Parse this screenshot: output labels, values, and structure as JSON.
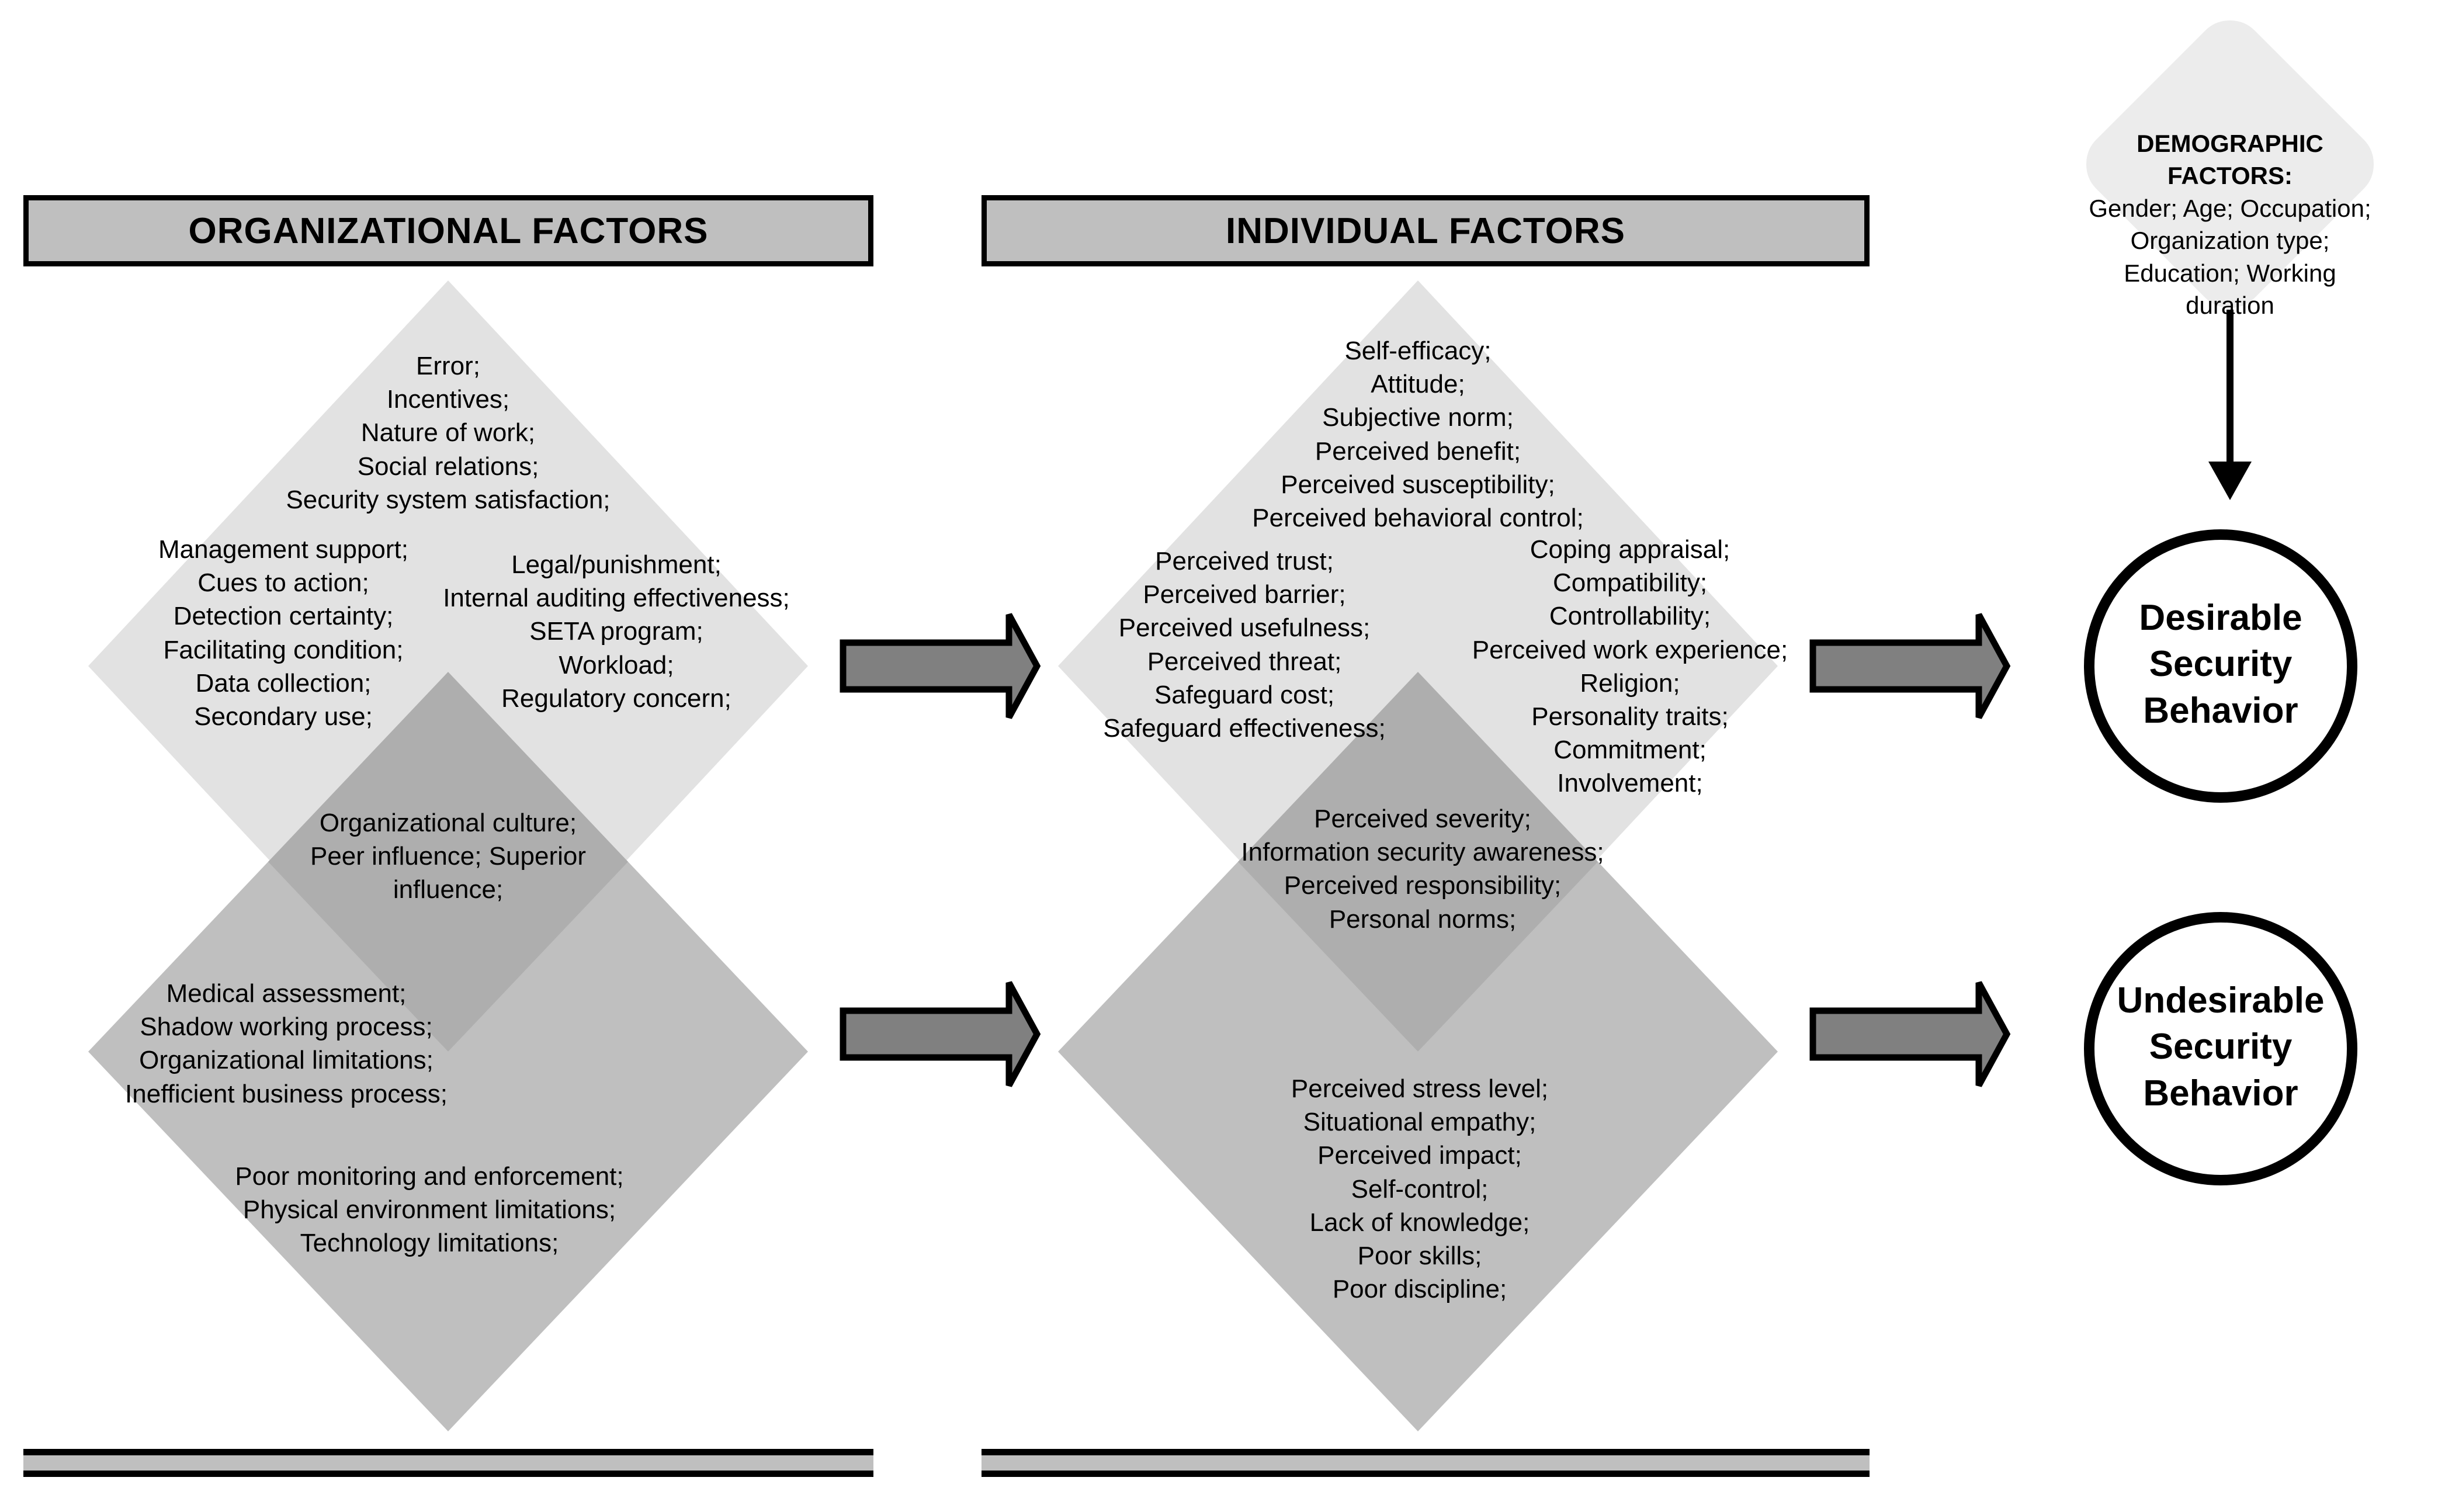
{
  "headers": {
    "organizational": "ORGANIZATIONAL FACTORS",
    "individual": "INDIVIDUAL FACTORS"
  },
  "colors": {
    "light_diamond": "#e1e1e1",
    "dark_diamond": "#bfbfbf",
    "overlap": "#aeaeae",
    "banner_fill": "#bfbfbf",
    "arrow_fill": "#808080",
    "outline": "#000000"
  },
  "organizational": {
    "upper_top": [
      "Error;",
      "Incentives;",
      "Nature of work;",
      "Social relations;",
      "Security system satisfaction;"
    ],
    "upper_left": [
      "Management support;",
      "Cues to action;",
      "Detection certainty;",
      "Facilitating condition;",
      "Data collection;",
      "Secondary use;"
    ],
    "upper_right": [
      "Legal/punishment;",
      "Internal auditing effectiveness;",
      "SETA program;",
      "Workload;",
      "Regulatory concern;"
    ],
    "overlap": [
      "Organizational culture;",
      "Peer influence; Superior",
      "influence;"
    ],
    "lower_upper": [
      "Medical assessment;",
      "Shadow working process;",
      "Organizational limitations;",
      "Inefficient business process;"
    ],
    "lower_bottom": [
      "Poor monitoring and enforcement;",
      "Physical environment limitations;",
      "Technology limitations;"
    ]
  },
  "individual": {
    "upper_top": [
      "Self-efficacy;",
      "Attitude;",
      "Subjective norm;",
      "Perceived benefit;",
      "Perceived susceptibility;",
      "Perceived behavioral control;"
    ],
    "upper_left": [
      "Perceived trust;",
      "Perceived barrier;",
      "Perceived usefulness;",
      "Perceived threat;",
      "Safeguard cost;",
      "Safeguard effectiveness;"
    ],
    "upper_right": [
      "Coping appraisal;",
      "Compatibility;",
      "Controllability;",
      "Perceived work experience;",
      "Religion;",
      "Personality traits;",
      "Commitment;",
      "Involvement;"
    ],
    "overlap": [
      "Perceived severity;",
      "Information security awareness;",
      "Perceived responsibility;",
      "Personal norms;"
    ],
    "lower_bottom": [
      "Perceived stress level;",
      "Situational empathy;",
      "Perceived impact;",
      "Self-control;",
      "Lack of knowledge;",
      "Poor skills;",
      "Poor discipline;"
    ]
  },
  "demographic": {
    "heading_line1": "DEMOGRAPHIC",
    "heading_line2": "FACTORS:",
    "items": [
      "Gender; Age; Occupation;",
      "Organization type;",
      "Education; Working",
      "duration"
    ]
  },
  "outcomes": {
    "desirable": [
      "Desirable",
      "Security",
      "Behavior"
    ],
    "undesirable": [
      "Undesirable",
      "Security",
      "Behavior"
    ]
  }
}
